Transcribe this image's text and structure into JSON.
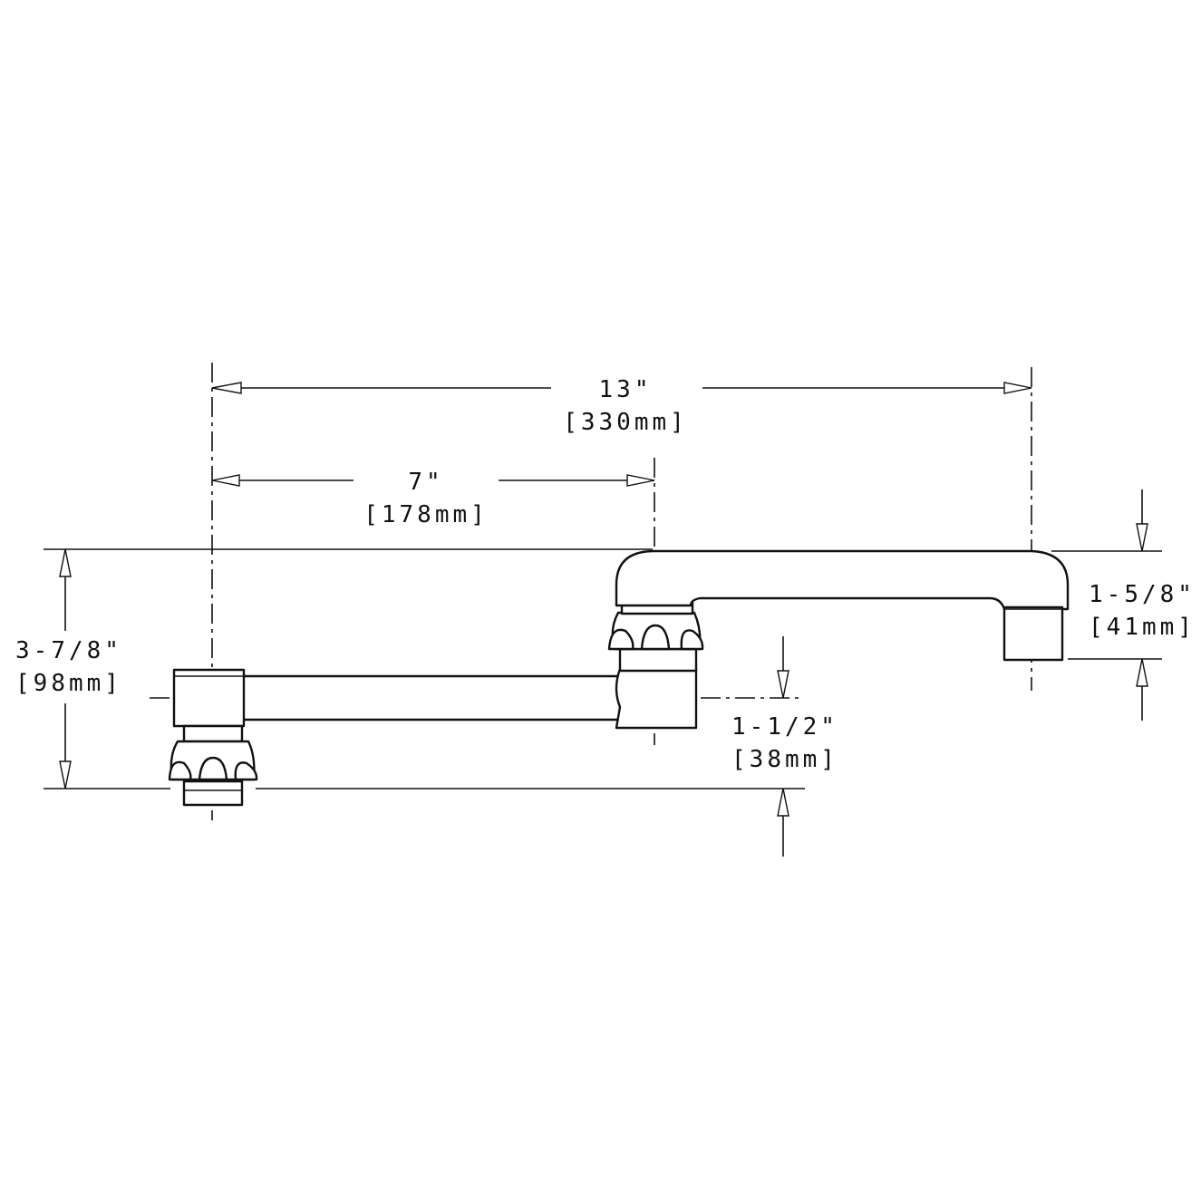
{
  "dimensions": {
    "overall_length": {
      "imperial": "13\"",
      "metric": "[330mm]"
    },
    "swing_length": {
      "imperial": "7\"",
      "metric": "[178mm]"
    },
    "overall_height": {
      "imperial": "3-7/8\"",
      "metric": "[98mm]"
    },
    "spout_drop": {
      "imperial": "1-5/8\"",
      "metric": "[41mm]"
    },
    "lower_arm_height": {
      "imperial": "1-1/2\"",
      "metric": "[38mm]"
    }
  }
}
